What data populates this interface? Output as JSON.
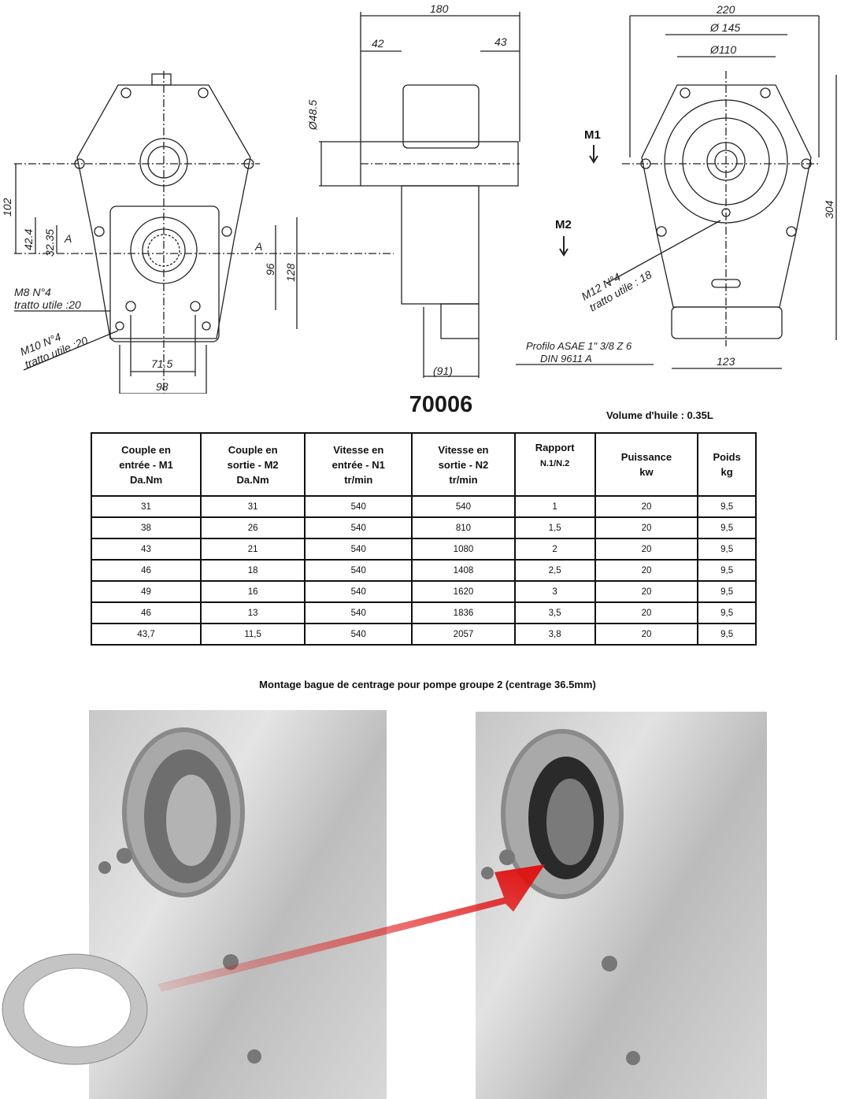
{
  "drawing": {
    "front_view": {
      "dims": [
        "102",
        "42.4",
        "32.35",
        "96",
        "128",
        "71.5",
        "98"
      ],
      "section_mark": "A",
      "note_m8": [
        "M8 N°4",
        "tratto utile :20"
      ],
      "note_m10": [
        "M10 N°4",
        "tratto utile :20"
      ]
    },
    "side_view": {
      "dims": [
        "180",
        "42",
        "43",
        "Ø48.5",
        "(91)"
      ],
      "profile_note": [
        "Profilo ASAE 1\" 3/8 Z 6",
        "DIN 9611 A"
      ]
    },
    "rear_view": {
      "dims": [
        "220",
        "Ø 145",
        "Ø110",
        "304",
        "123"
      ],
      "note_m12": [
        "M12 N°4",
        "tratto utile : 18"
      ],
      "markers": [
        "M1",
        "M2"
      ]
    }
  },
  "model": "70006",
  "oil_volume": "Volume d'huile : 0.35L",
  "table": {
    "headers": [
      [
        "Couple en",
        "entrée - M1",
        "Da.Nm"
      ],
      [
        "Couple en",
        "sortie  - M2",
        "Da.Nm"
      ],
      [
        "Vitesse en",
        "entrée - N1",
        "tr/min"
      ],
      [
        "Vitesse en",
        "sortie - N2",
        "tr/min"
      ],
      [
        "Rapport",
        "N.1/N.2"
      ],
      [
        "Puissance",
        "kw"
      ],
      [
        "Poids",
        "kg"
      ]
    ],
    "rows": [
      [
        "31",
        "31",
        "540",
        "540",
        "1",
        "20",
        "9,5"
      ],
      [
        "38",
        "26",
        "540",
        "810",
        "1,5",
        "20",
        "9,5"
      ],
      [
        "43",
        "21",
        "540",
        "1080",
        "2",
        "20",
        "9,5"
      ],
      [
        "46",
        "18",
        "540",
        "1408",
        "2,5",
        "20",
        "9,5"
      ],
      [
        "49",
        "16",
        "540",
        "1620",
        "3",
        "20",
        "9,5"
      ],
      [
        "46",
        "13",
        "540",
        "1836",
        "3,5",
        "20",
        "9,5"
      ],
      [
        "43,7",
        "11,5",
        "540",
        "2057",
        "3,8",
        "20",
        "9,5"
      ]
    ]
  },
  "caption": "Montage bague de centrage pour pompe groupe 2  (centrage 36.5mm)",
  "colors": {
    "arrow": "#e01010",
    "metal": "#c8c8c8"
  }
}
